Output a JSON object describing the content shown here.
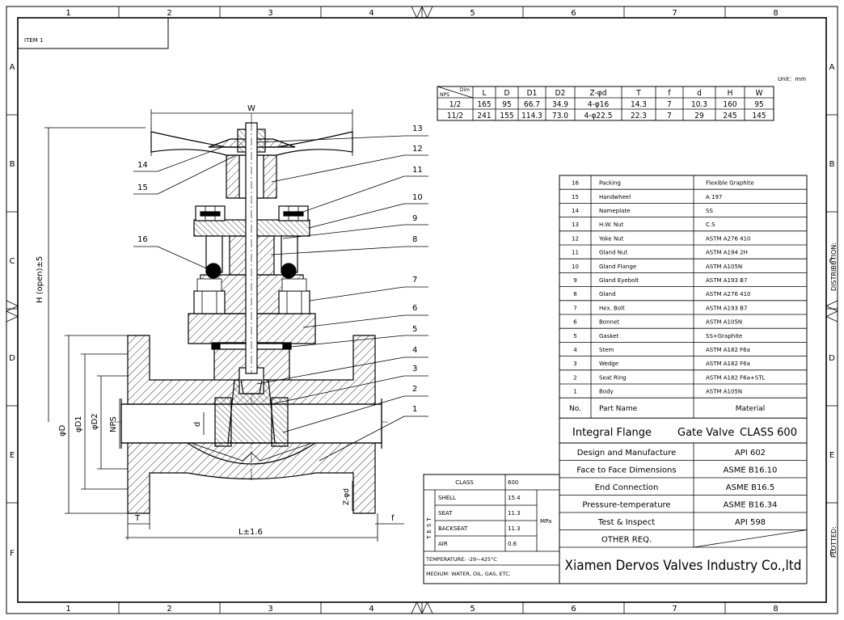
{
  "item_label": "ITEM 1",
  "grid": {
    "cols": [
      "1",
      "2",
      "3",
      "4",
      "5",
      "6",
      "7",
      "8"
    ],
    "rows": [
      "A",
      "B",
      "C",
      "D",
      "E",
      "F"
    ]
  },
  "side_labels": {
    "distribution": "DISTRIBUTION:",
    "plotted": "PLOTTED:"
  },
  "unit": "Unit：mm",
  "dim_table": {
    "corner_top": "Dim",
    "corner_bottom": "NPS",
    "headers": [
      "L",
      "D",
      "D1",
      "D2",
      "Z-φd",
      "T",
      "f",
      "d",
      "H",
      "W"
    ],
    "rows": [
      [
        "1/2",
        "165",
        "95",
        "66.7",
        "34.9",
        "4-φ16",
        "14.3",
        "7",
        "10.3",
        "160",
        "95"
      ],
      [
        "11/2",
        "241",
        "155",
        "114.3",
        "73.0",
        "4-φ22.5",
        "22.3",
        "7",
        "29",
        "245",
        "145"
      ]
    ]
  },
  "parts": [
    {
      "no": "16",
      "name": "Packing",
      "material": "Flexible Graphite"
    },
    {
      "no": "15",
      "name": "Handwheel",
      "material": "A 197"
    },
    {
      "no": "14",
      "name": "Nameplate",
      "material": "SS"
    },
    {
      "no": "13",
      "name": "H.W. Nut",
      "material": "C.S"
    },
    {
      "no": "12",
      "name": "Yoke Nut",
      "material": "ASTM A276 410"
    },
    {
      "no": "11",
      "name": "Gland Nut",
      "material": "ASTM A194 2H"
    },
    {
      "no": "10",
      "name": "Gland Flange",
      "material": "ASTM A105N"
    },
    {
      "no": "9",
      "name": "Gland Eyebolt",
      "material": "ASTM A193 B7"
    },
    {
      "no": "8",
      "name": "Gland",
      "material": "ASTM A276 410"
    },
    {
      "no": "7",
      "name": "Hex. Bolt",
      "material": "ASTM A193 B7"
    },
    {
      "no": "6",
      "name": "Bonnet",
      "material": "ASTM A105N"
    },
    {
      "no": "5",
      "name": "Gasket",
      "material": "SS+Graphite"
    },
    {
      "no": "4",
      "name": "Stem",
      "material": "ASTM A182 F6a"
    },
    {
      "no": "3",
      "name": "Wedge",
      "material": "ASTM A182 F6a"
    },
    {
      "no": "2",
      "name": "Seat Ring",
      "material": "ASTM A182 F6a+STL"
    },
    {
      "no": "1",
      "name": "Body",
      "material": "ASTM A105N"
    }
  ],
  "parts_header": {
    "no": "No.",
    "name": "Part Name",
    "material": "Material"
  },
  "title_block": {
    "left": "Integral Flange",
    "mid": "Gate Valve",
    "right": "CLASS 600",
    "company": "Xiamen Dervos Valves Industry Co.,ltd"
  },
  "standards": [
    {
      "label": "Design and Manufacture",
      "value": "API 602"
    },
    {
      "label": "Face to Face Dimensions",
      "value": "ASME B16.10"
    },
    {
      "label": "End Connection",
      "value": "ASME B16.5"
    },
    {
      "label": "Pressure-temperature",
      "value": "ASME B16.34"
    },
    {
      "label": "Test & Inspect",
      "value": "API 598"
    },
    {
      "label": "OTHER REQ.",
      "value": ""
    }
  ],
  "test_table": {
    "class_label": "CLASS",
    "class_value": "600",
    "side": "TEST",
    "unit": "MPa",
    "rows": [
      {
        "label": "SHELL",
        "value": "15.4"
      },
      {
        "label": "SEAT",
        "value": "11.3"
      },
      {
        "label": "BACKSEAT",
        "value": "11.3"
      },
      {
        "label": "AIR",
        "value": "0.6"
      }
    ],
    "temperature": "TEMPERATURE: -29~425°C",
    "medium": "MEDIUM: WATER, OIL, GAS, ETC."
  },
  "drawing_labels": {
    "W": "W",
    "H": "H (open)±5",
    "D": "φD",
    "D1": "φD1",
    "D2": "φD2",
    "NPS": "NPS",
    "d": "d",
    "T": "T",
    "L": "L±1.6",
    "f": "f",
    "Zd": "Z-φd"
  },
  "balloons": [
    "13",
    "12",
    "11",
    "10",
    "9",
    "8",
    "16",
    "7",
    "6",
    "5",
    "4",
    "3",
    "2",
    "1",
    "14",
    "15"
  ]
}
